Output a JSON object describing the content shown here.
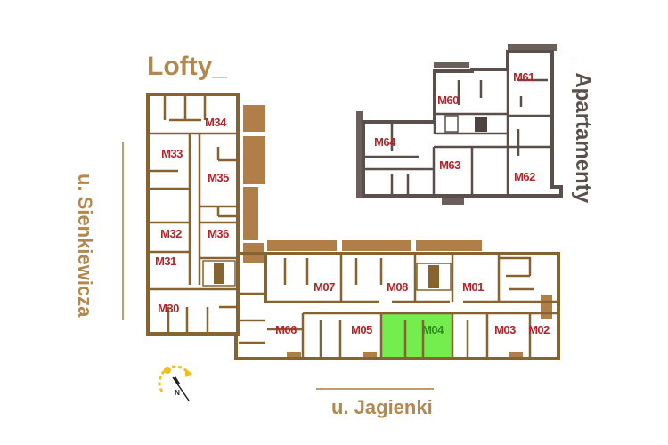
{
  "titles": {
    "lofty": "Lofty_",
    "apartamenty": "_Apartamenty"
  },
  "streets": {
    "west": "u. Sienkiewicza",
    "south": "u. Jagienki"
  },
  "compass": {
    "label": "N"
  },
  "colors": {
    "wall": "#86632f",
    "apartment_wall": "#5b4f4b",
    "label": "#b3262b",
    "selected": "#74ee4e",
    "title": "#b4874d"
  },
  "selected_unit": "M04",
  "units": {
    "M30": "M30",
    "M31": "M31",
    "M32": "M32",
    "M33": "M33",
    "M34": "M34",
    "M35": "M35",
    "M36": "M36",
    "M01": "M01",
    "M02": "M02",
    "M03": "M03",
    "M04": "M04",
    "M05": "M05",
    "M06": "M06",
    "M07": "M07",
    "M08": "M08",
    "M60": "M60",
    "M61": "M61",
    "M62": "M62",
    "M63": "M63",
    "M64": "M64"
  }
}
